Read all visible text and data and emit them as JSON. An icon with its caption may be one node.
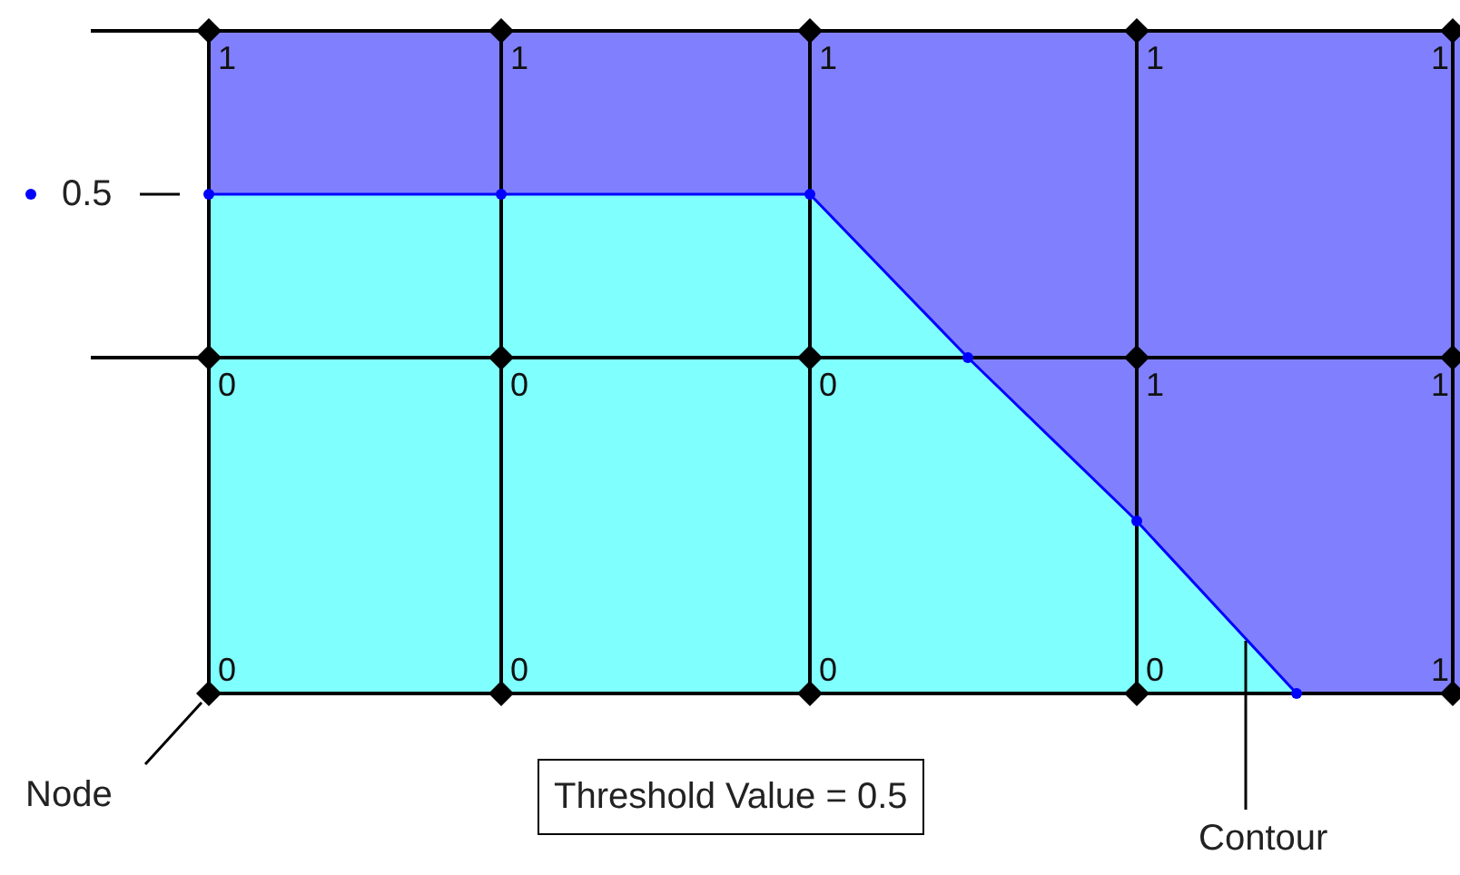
{
  "diagram": {
    "nodes": [
      {
        "text": [
          "Node"
        ]
      },
      {
        "text": [],
        "shape": "diamond"
      },
      {
        "text": [
          "Contour"
        ]
      },
      {
        "text": [],
        "shape": "line"
      },
      {
        "text": [
          "Threshold Value = 0.5"
        ]
      }
    ],
    "edges": [
      {
        "from": 0,
        "to": 1,
        "arrow": "none"
      },
      {
        "from": 2,
        "to": 3,
        "arrow": "none"
      }
    ],
    "labels": [
      "0.5",
      "1",
      "1",
      "1",
      "1",
      "1",
      "0",
      "0",
      "0",
      "1",
      "1",
      "0",
      "0",
      "0",
      "0",
      "1"
    ]
  }
}
